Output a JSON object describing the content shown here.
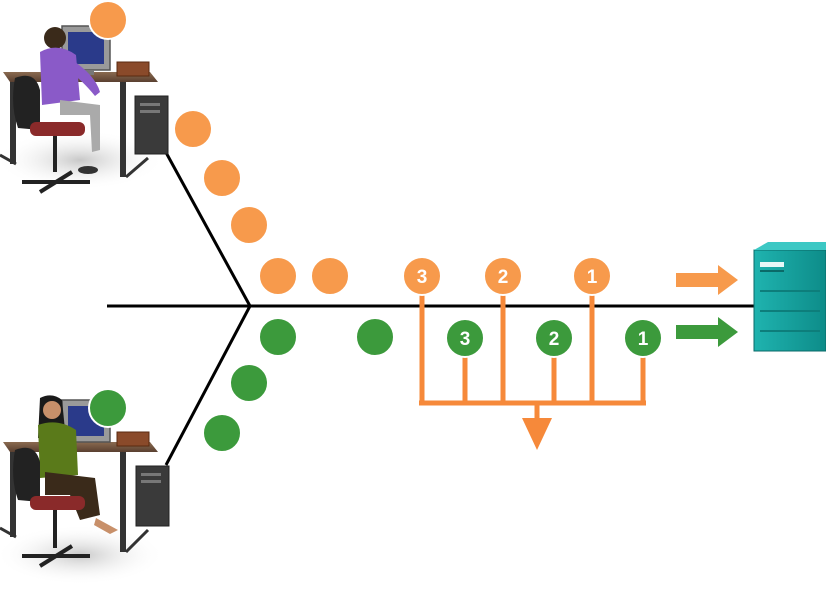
{
  "colors": {
    "background": "#ffffff",
    "orange": "#f79a4c",
    "orange_stroke": "#ffffff",
    "orange_bracket": "#f6893a",
    "green": "#3c9a3c",
    "green_stroke": "#ffffff",
    "line": "#000000",
    "server": "#15a3a0",
    "server_dark": "#0c7e7c"
  },
  "icons": {
    "top_user": "workstation-man-icon",
    "bottom_user": "workstation-woman-icon",
    "server": "server-tower-icon",
    "orange_arrow": "arrow-right-icon",
    "green_arrow": "arrow-right-icon",
    "merge_arrow": "arrow-down-icon"
  },
  "packets": {
    "orange_numbered": [
      {
        "label": "3"
      },
      {
        "label": "2"
      },
      {
        "label": "1"
      }
    ],
    "green_numbered": [
      {
        "label": "3"
      },
      {
        "label": "2"
      },
      {
        "label": "1"
      }
    ]
  }
}
